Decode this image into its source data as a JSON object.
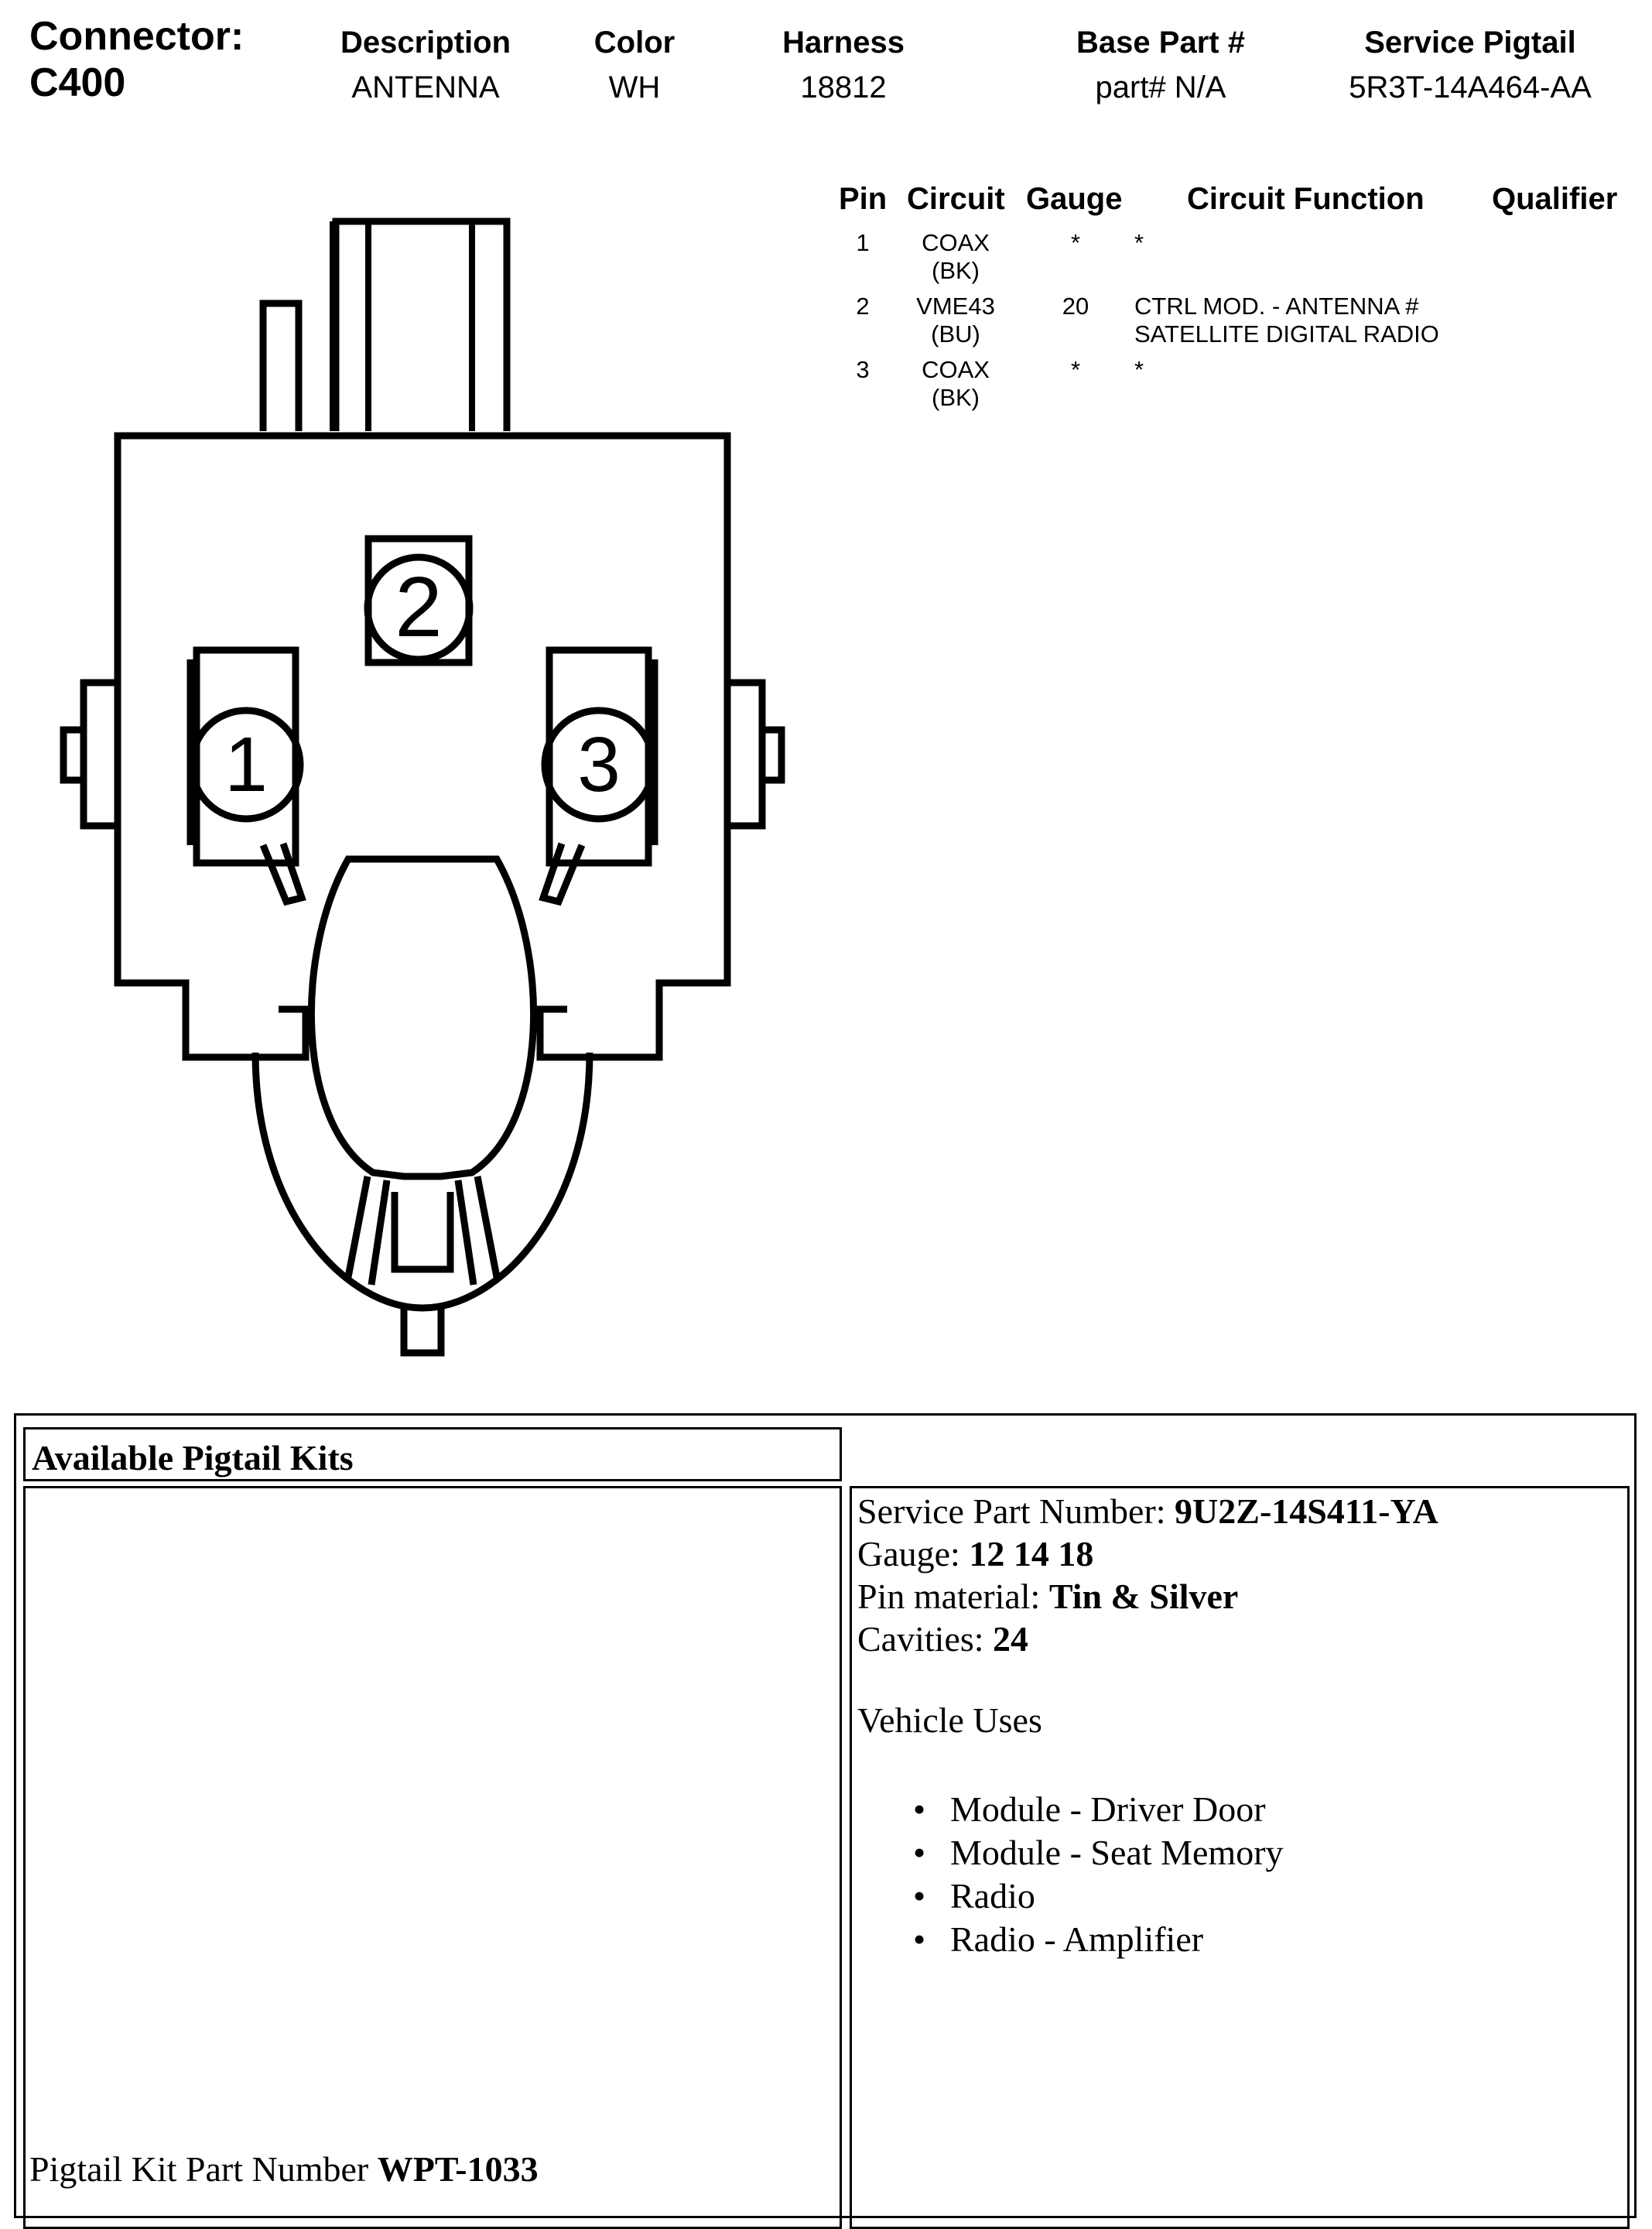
{
  "header": {
    "connector_label": "Connector:",
    "connector_id": "C400",
    "columns": [
      {
        "label": "Description",
        "value": "ANTENNA"
      },
      {
        "label": "Color",
        "value": "WH"
      },
      {
        "label": "Harness",
        "value": "18812"
      },
      {
        "label": "Base Part #",
        "value": "part# N/A"
      },
      {
        "label": "Service Pigtail",
        "value": "5R3T-14A464-AA"
      }
    ]
  },
  "pin_table": {
    "headers": [
      "Pin",
      "Circuit",
      "Gauge",
      "Circuit Function",
      "Qualifier"
    ],
    "rows": [
      {
        "pin": "1",
        "circuit": "COAX",
        "color": "(BK)",
        "gauge": "*",
        "function1": "*",
        "function2": ""
      },
      {
        "pin": "2",
        "circuit": "VME43",
        "color": "(BU)",
        "gauge": "20",
        "function1": "CTRL MOD. - ANTENNA #",
        "function2": "SATELLITE DIGITAL RADIO"
      },
      {
        "pin": "3",
        "circuit": "COAX",
        "color": "(BK)",
        "gauge": "*",
        "function1": "*",
        "function2": ""
      }
    ]
  },
  "diagram": {
    "pin_labels": [
      "1",
      "2",
      "3"
    ]
  },
  "pigtail": {
    "title": "Available Pigtail Kits",
    "service_part_label": "Service Part Number: ",
    "service_part_value": "9U2Z-14S411-YA",
    "gauge_label": "Gauge: ",
    "gauge_value": "12 14 18",
    "pin_material_label": "Pin material: ",
    "pin_material_value": "Tin & Silver",
    "cavities_label": "Cavities: ",
    "cavities_value": "24",
    "vehicle_uses_label": "Vehicle Uses",
    "vehicle_uses": [
      "Module - Driver Door",
      "Module - Seat Memory",
      "Radio",
      "Radio - Amplifier"
    ],
    "kit_label": "Pigtail Kit Part Number ",
    "kit_value": "WPT-1033"
  }
}
